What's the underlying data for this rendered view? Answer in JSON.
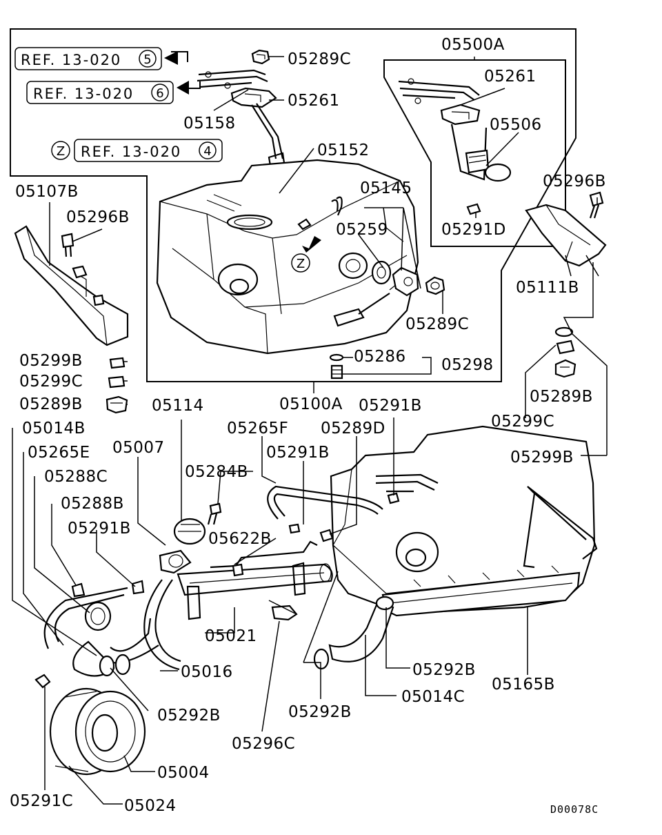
{
  "diagram": {
    "drawing_code": "D00078C",
    "references": [
      {
        "text": "REF. 13-020",
        "num": "5"
      },
      {
        "text": "REF. 13-020",
        "num": "6"
      },
      {
        "text": "REF. 13-020",
        "num": "4"
      }
    ],
    "view_marker": "Z",
    "parts": {
      "p05289C_a": "05289C",
      "p05261_a": "05261",
      "p05158": "05158",
      "p05152": "05152",
      "p05500A": "05500A",
      "p05261_b": "05261",
      "p05506": "05506",
      "p05291D": "05291D",
      "p05296B_a": "05296B",
      "p05111B": "05111B",
      "p05107B": "05107B",
      "p05296B_b": "05296B",
      "p05145": "05145",
      "p05259": "05259",
      "p05289C_b": "05289C",
      "p05286": "05286",
      "p05298": "05298",
      "p05299B_a": "05299B",
      "p05299C_a": "05299C",
      "p05289B_a": "05289B",
      "p05100A": "05100A",
      "p05114": "05114",
      "p05291B_a": "05291B",
      "p05289B_b": "05289B",
      "p05014B": "05014B",
      "p05265F": "05265F",
      "p05289D": "05289D",
      "p05299C_b": "05299C",
      "p05265E": "05265E",
      "p05007": "05007",
      "p05291B_b": "05291B",
      "p05299B_b": "05299B",
      "p05288C": "05288C",
      "p05284B": "05284B",
      "p05288B": "05288B",
      "p05291B_c": "05291B",
      "p05622B": "05622B",
      "p05021": "05021",
      "p05016": "05016",
      "p05292B_a": "05292B",
      "p05292B_b": "05292B",
      "p05014C": "05014C",
      "p05165B": "05165B",
      "p05292B_c": "05292B",
      "p05296C": "05296C",
      "p05004": "05004",
      "p05291C": "05291C",
      "p05024": "05024"
    }
  }
}
